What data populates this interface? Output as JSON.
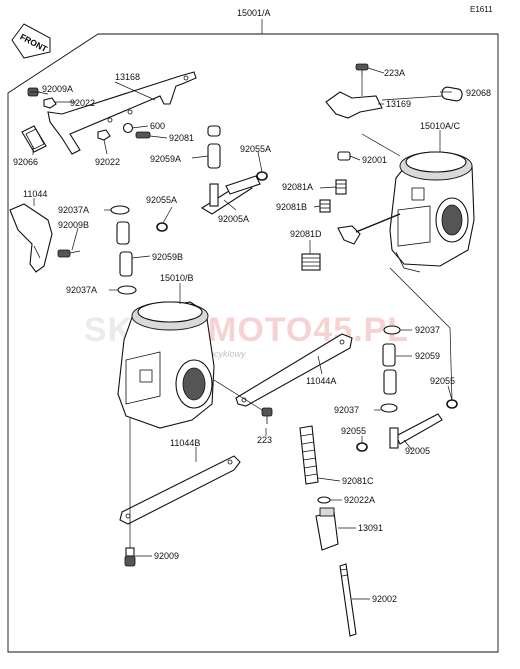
{
  "diagram": {
    "code": "E1611",
    "assembly_number": "15001/A",
    "front_marker": "FRONT",
    "watermark": {
      "left": "SKLEP",
      "right": "MOTO45.PL",
      "tagline": "internetowy sklep motocyklowy",
      "left_color": "#9a9a9a",
      "right_color": "#d62020"
    },
    "parts": [
      {
        "id": "92009A",
        "label": "92009A"
      },
      {
        "id": "13168",
        "label": "13168"
      },
      {
        "id": "92022-top",
        "label": "92022"
      },
      {
        "id": "600",
        "label": "600"
      },
      {
        "id": "92081",
        "label": "92081"
      },
      {
        "id": "92066",
        "label": "92066"
      },
      {
        "id": "92022-mid",
        "label": "92022"
      },
      {
        "id": "92059A",
        "label": "92059A"
      },
      {
        "id": "92055A-top",
        "label": "92055A"
      },
      {
        "id": "223A",
        "label": "223A"
      },
      {
        "id": "92068",
        "label": "92068"
      },
      {
        "id": "13169",
        "label": "13169"
      },
      {
        "id": "15010A-C",
        "label": "15010A/C"
      },
      {
        "id": "92001",
        "label": "92001"
      },
      {
        "id": "92081A",
        "label": "92081A"
      },
      {
        "id": "92081B",
        "label": "92081B"
      },
      {
        "id": "92081D",
        "label": "92081D"
      },
      {
        "id": "11044",
        "label": "11044"
      },
      {
        "id": "92037A-top",
        "label": "92037A"
      },
      {
        "id": "92009B",
        "label": "92009B"
      },
      {
        "id": "92055A-mid",
        "label": "92055A"
      },
      {
        "id": "92005A",
        "label": "92005A"
      },
      {
        "id": "92059B",
        "label": "92059B"
      },
      {
        "id": "15010B",
        "label": "15010/B"
      },
      {
        "id": "92037A-mid",
        "label": "92037A"
      },
      {
        "id": "92037",
        "label": "92037"
      },
      {
        "id": "92059",
        "label": "92059"
      },
      {
        "id": "11044A",
        "label": "11044A"
      },
      {
        "id": "92055",
        "label": "92055"
      },
      {
        "id": "92037-lower",
        "label": "92037"
      },
      {
        "id": "223",
        "label": "223"
      },
      {
        "id": "92055-lower",
        "label": "92055"
      },
      {
        "id": "92005",
        "label": "92005"
      },
      {
        "id": "11044B",
        "label": "11044B"
      },
      {
        "id": "92081C",
        "label": "92081C"
      },
      {
        "id": "92022A",
        "label": "92022A"
      },
      {
        "id": "13091",
        "label": "13091"
      },
      {
        "id": "92009",
        "label": "92009"
      },
      {
        "id": "92002",
        "label": "92002"
      }
    ]
  }
}
